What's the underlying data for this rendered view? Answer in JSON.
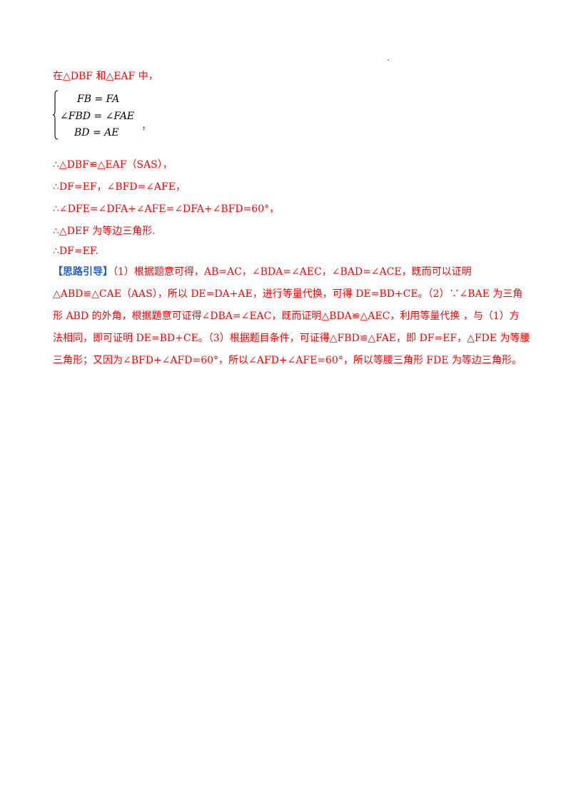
{
  "intro": "在△DBF 和△EAF 中，",
  "system": {
    "eq1": "FB = FA",
    "eq2": "∠FBD = ∠FAE",
    "eq3": "BD = AE",
    "comma": "，"
  },
  "steps": [
    "∴△DBF≌△EAF（SAS），",
    "∴DF=EF，∠BFD=∠AFE，",
    "∴∠DFE=∠DFA+∠AFE=∠DFA+∠BFD=60°，",
    "∴△DEF 为等边三角形.",
    "∴DF=EF."
  ],
  "guide": {
    "label": "【思路引导】",
    "lines": [
      "（1）根据题意可得，AB=AC，∠BDA=∠AEC，∠BAD=∠ACE，既而可以证明",
      "△ABD≌△CAE（AAS），所以 DE=DA+AE，进行等量代换，可得 DE=BD+CE。（2）∵∠BAE 为三角",
      "形 ABD 的外角，根据题意可证得∠DBA=∠EAC，既而证明△BDA≌△AEC，利用等量代换 ，与（1）方",
      "法相同，即可证明 DE=BD+CE。（3）根据题目条件，可证得△FBD≌△FAE，即 DF=EF，△FDE 为等腰",
      "三角形；又因为∠BFD+∠AFD=60°，所以∠AFD+∠AFE=60°，所以等腰三角形 FDE 为等边三角形。"
    ]
  }
}
